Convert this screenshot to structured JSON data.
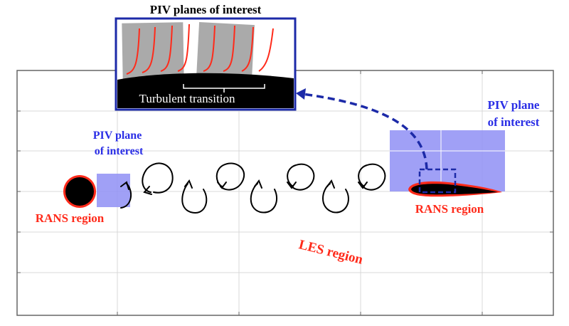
{
  "inset": {
    "title": "PIV planes of interest",
    "transition_label": "Turbulent transition"
  },
  "labels": {
    "piv_cylinder_line1": "PIV plane",
    "piv_cylinder_line2": "of interest",
    "piv_airfoil_line1": "PIV plane",
    "piv_airfoil_line2": "of interest",
    "rans_cylinder": "RANS region",
    "rans_airfoil": "RANS region",
    "les": "LES region"
  },
  "colors": {
    "piv_blue": "#2a2ee6",
    "rans_red": "#ff2a1a",
    "plane_fill": "#8f8ff5",
    "arrow_blue": "#1c2aa8"
  }
}
